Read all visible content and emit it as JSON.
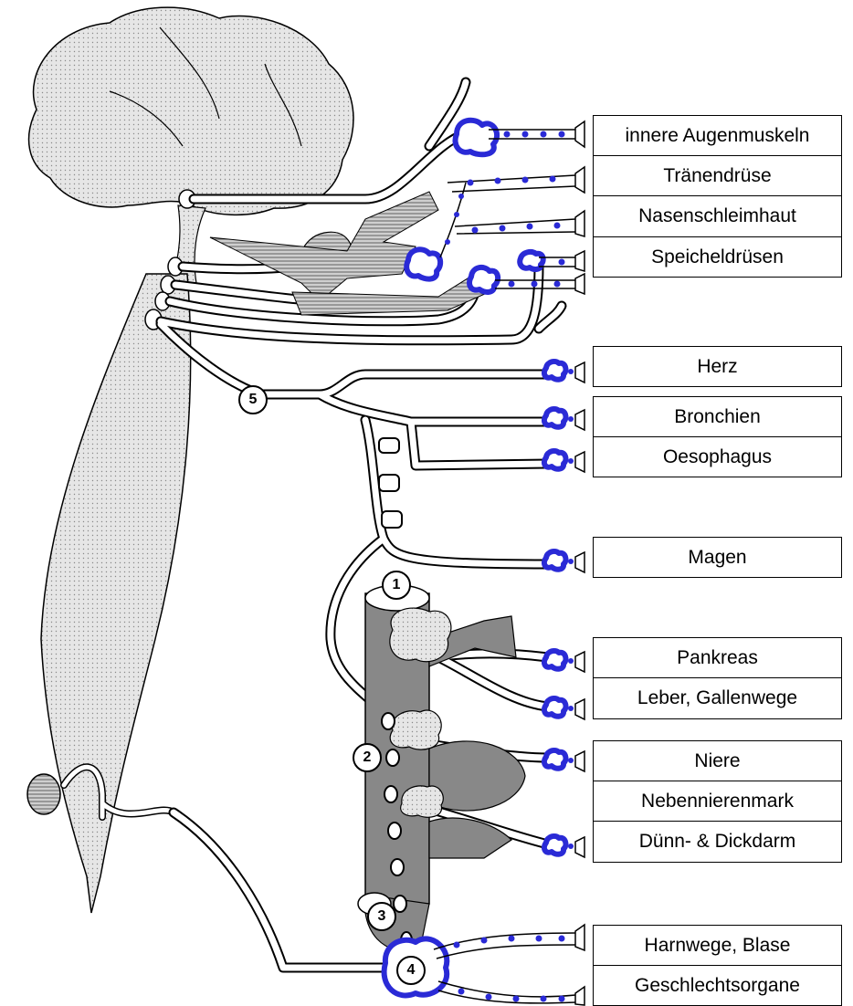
{
  "colors": {
    "ganglion_blue": "#2a2ad6",
    "fiber_dot_blue": "#2a2ad6",
    "cns_fill": "#d9d9d9",
    "outline": "#000000",
    "organ_gray": "#7a7a7a"
  },
  "organ_labels": [
    "innere Augenmuskeln",
    "Tränendrüse",
    "Nasenschleimhaut",
    "Speicheldrüsen",
    "Herz",
    "Bronchien",
    "Oesophagus",
    "Magen",
    "Pankreas",
    "Leber, Gallenwege",
    "Niere",
    "Nebennierenmark",
    "Dünn- & Dickdarm",
    "Harnwege, Blase",
    "Geschlechtsorgane"
  ],
  "markers": [
    "1",
    "2",
    "3",
    "4",
    "5"
  ]
}
